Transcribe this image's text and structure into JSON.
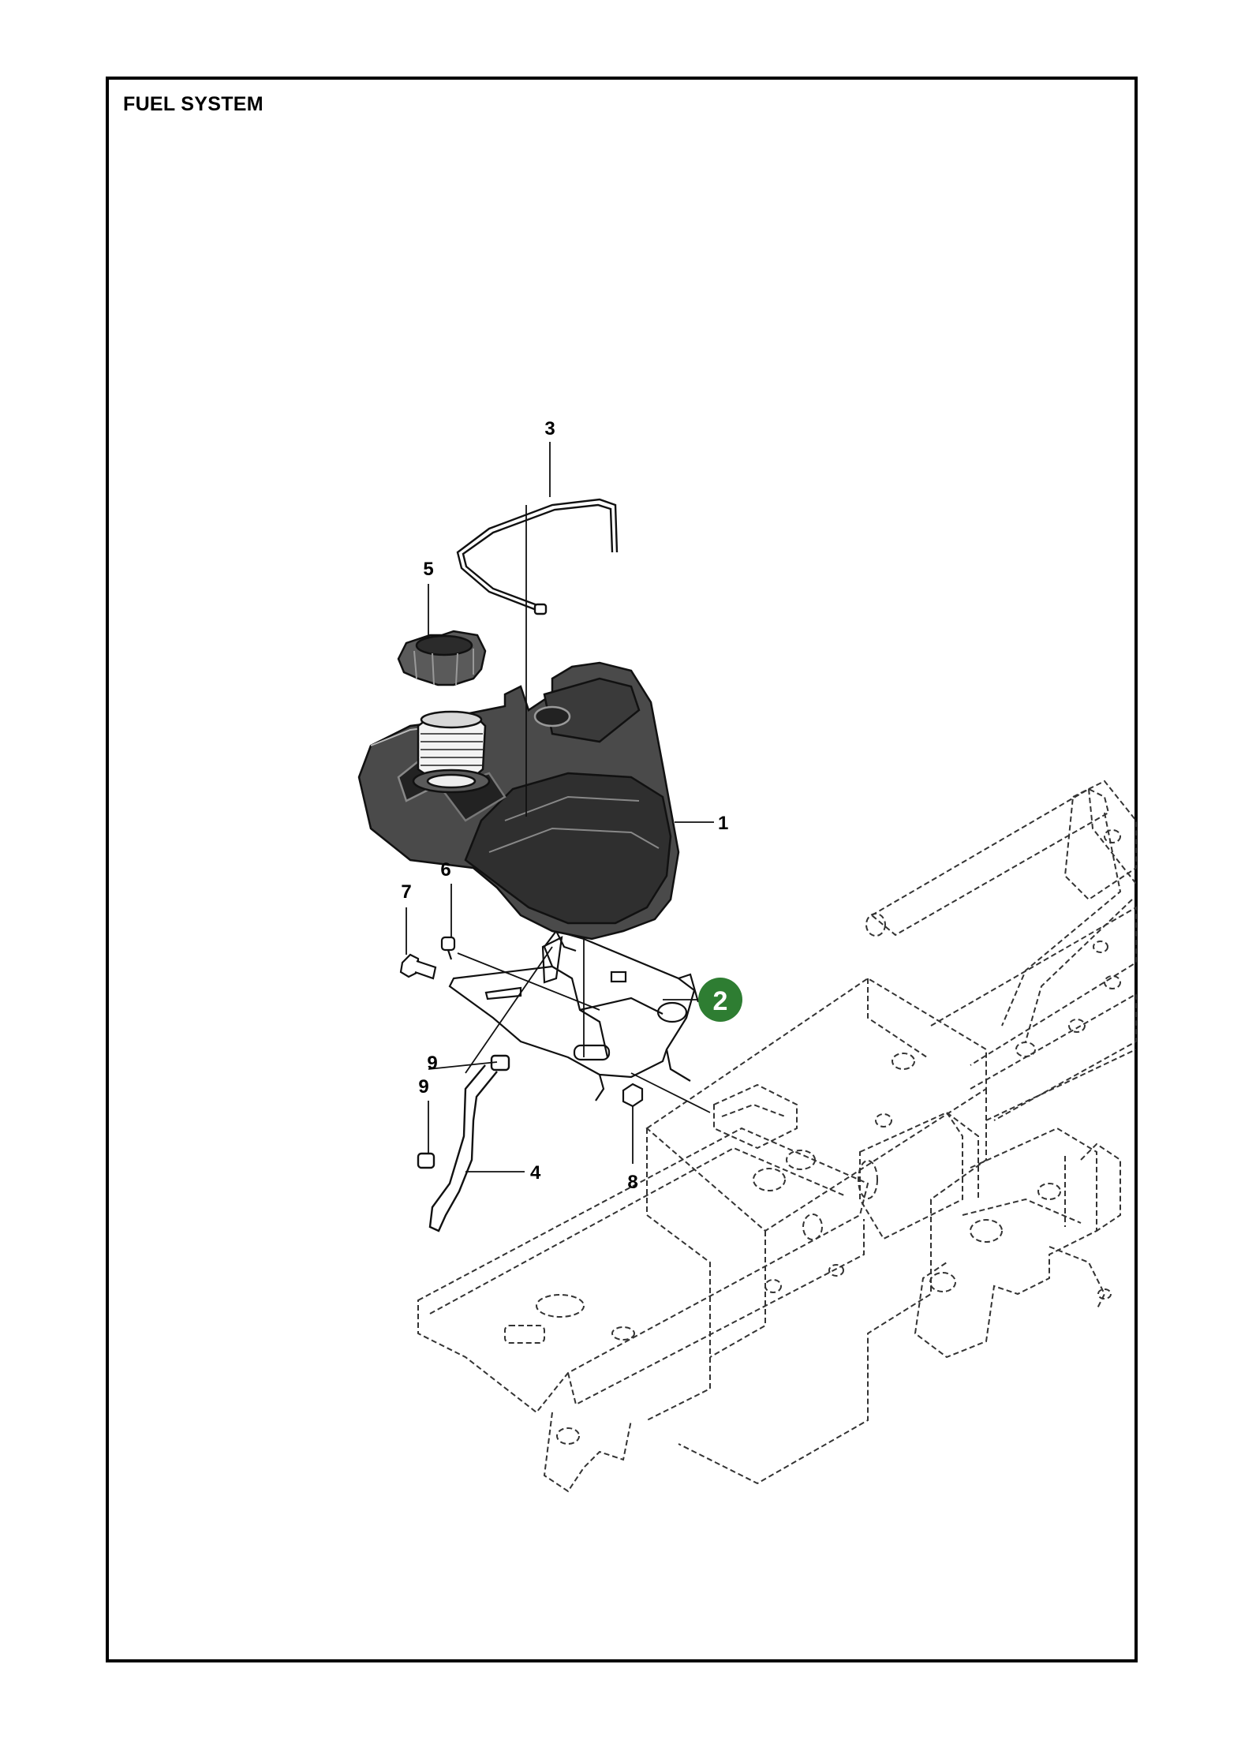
{
  "title": "FUEL SYSTEM",
  "callouts": [
    {
      "id": "c1",
      "label": "1"
    },
    {
      "id": "c3",
      "label": "3"
    },
    {
      "id": "c4",
      "label": "4"
    },
    {
      "id": "c5",
      "label": "5"
    },
    {
      "id": "c6",
      "label": "6"
    },
    {
      "id": "c7",
      "label": "7"
    },
    {
      "id": "c8",
      "label": "8"
    },
    {
      "id": "c9a",
      "label": "9"
    },
    {
      "id": "c9b",
      "label": "9"
    }
  ],
  "highlight": {
    "label": "2",
    "color": "#2e7d32"
  }
}
